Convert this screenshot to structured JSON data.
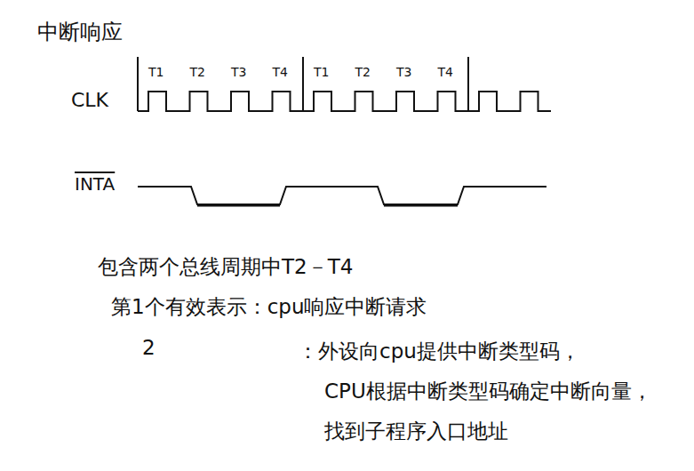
{
  "diagram": {
    "title": "中断响应",
    "labels": [
      "CLK",
      "INTA",
      "T1",
      "T2",
      "T3",
      "T4",
      "T1",
      "T2",
      "T3",
      "T4",
      "包含两个总线周期中T2－T4",
      "第1个有效表示：cpu响应中断请求",
      "2",
      "：外设向cpu提供中断类型码，",
      "CPU根据中断类型码确定中断向量，",
      "找到子程序入口地址"
    ]
  }
}
